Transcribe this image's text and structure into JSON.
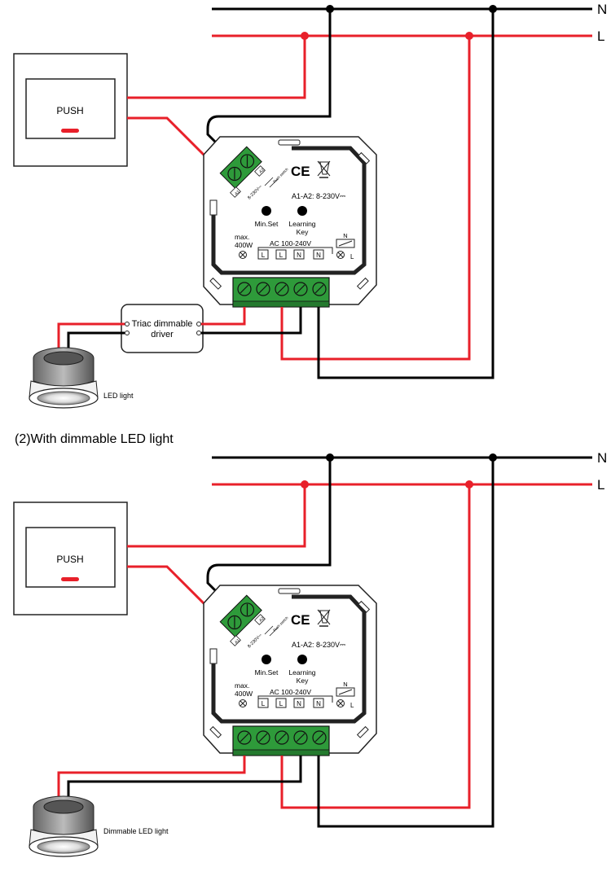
{
  "colors": {
    "live": "#e8202a",
    "neutral": "#000000",
    "terminal": "#2e9a3a",
    "module_outline": "#222222"
  },
  "rails": {
    "n_label": "N",
    "l_label": "L"
  },
  "push_switch": {
    "label": "PUSH"
  },
  "module": {
    "ce_mark": "CE",
    "a1a2_label": "A1-A2: 8-230V⎓",
    "minset_label": "Min.Set",
    "learning_line1": "Learning",
    "learning_line2": "Key",
    "max_line1": "max.",
    "max_line2": "400W",
    "ac_label": "AC 100-240V",
    "terminals": [
      "L",
      "L",
      "N",
      "N"
    ],
    "relay_n": "N",
    "relay_l": "L",
    "a1": "A1",
    "a2": "A2",
    "range_label": "8-230V⎓",
    "push_tiny": "Push switch"
  },
  "diagram1": {
    "driver_line1": "Triac dimmable",
    "driver_line2": "driver",
    "led_label": "LED light"
  },
  "diagram2": {
    "title": "(2)With dimmable LED light",
    "led_label": "Dimmable LED light"
  }
}
